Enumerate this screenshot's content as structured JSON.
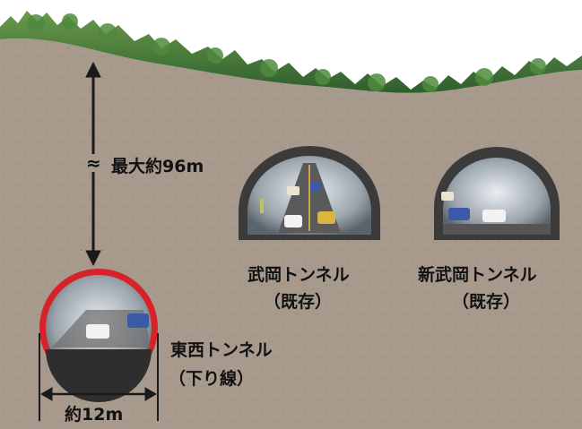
{
  "labels": {
    "depth": "最大約96m",
    "approx_symbol": "≈",
    "takeoka_name": "武岡トンネル",
    "takeoka_status": "（既存）",
    "shin_takeoka_name": "新武岡トンネル",
    "shin_takeoka_status": "（既存）",
    "tozai_name": "東西トンネル",
    "tozai_line": "（下り線）",
    "width": "約12m"
  },
  "colors": {
    "soil": "#a79a8d",
    "forest": "#3f7a3a",
    "sky": "#ffffff",
    "highlight_ring": "#d8222a",
    "arrow": "#1a1a1a"
  }
}
